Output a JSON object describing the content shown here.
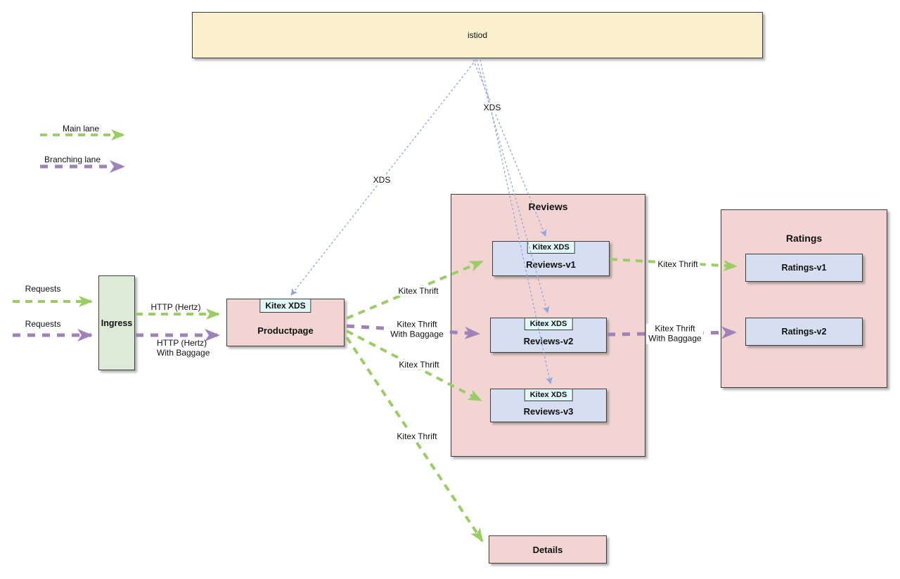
{
  "legend": {
    "main": "Main lane",
    "branching": "Branching lane"
  },
  "nodes": {
    "istiod": {
      "label": "istiod"
    },
    "ingress": {
      "label": "Ingress"
    },
    "productpage": {
      "label": "Productpage",
      "sidecar": "Kitex XDS"
    },
    "reviews_group": {
      "label": "Reviews"
    },
    "reviews_v1": {
      "label": "Reviews-v1",
      "sidecar": "Kitex XDS"
    },
    "reviews_v2": {
      "label": "Reviews-v2",
      "sidecar": "Kitex XDS"
    },
    "reviews_v3": {
      "label": "Reviews-v3",
      "sidecar": "Kitex XDS"
    },
    "ratings_group": {
      "label": "Ratings"
    },
    "ratings_v1": {
      "label": "Ratings-v1"
    },
    "ratings_v2": {
      "label": "Ratings-v2"
    },
    "details": {
      "label": "Details"
    }
  },
  "edges": [
    {
      "id": "requests-main",
      "from": "external",
      "to": "ingress",
      "lane": "main",
      "label": "Requests"
    },
    {
      "id": "requests-branching",
      "from": "external",
      "to": "ingress",
      "lane": "branching",
      "label": "Requests"
    },
    {
      "id": "ingress-productpage-main",
      "from": "ingress",
      "to": "productpage",
      "lane": "main",
      "label": "HTTP (Hertz)"
    },
    {
      "id": "ingress-productpage-branching",
      "from": "ingress",
      "to": "productpage",
      "lane": "branching",
      "label": "HTTP (Hertz)\nWith Baggage"
    },
    {
      "id": "productpage-reviews-v1",
      "from": "productpage",
      "to": "reviews_v1",
      "lane": "main",
      "label": "Kitex Thrift"
    },
    {
      "id": "productpage-reviews-v2",
      "from": "productpage",
      "to": "reviews_v2",
      "lane": "branching",
      "label": "Kitex Thrift\nWith Baggage"
    },
    {
      "id": "productpage-reviews-v3",
      "from": "productpage",
      "to": "reviews_v3",
      "lane": "main",
      "label": "Kitex Thrift"
    },
    {
      "id": "productpage-details",
      "from": "productpage",
      "to": "details",
      "lane": "main",
      "label": "Kitex Thrift"
    },
    {
      "id": "reviews-v1-ratings-v1",
      "from": "reviews_v1",
      "to": "ratings_v1",
      "lane": "main",
      "label": "Kitex Thrift"
    },
    {
      "id": "reviews-v2-ratings-v2",
      "from": "reviews_v2",
      "to": "ratings_v2",
      "lane": "branching",
      "label": "Kitex Thrift\nWith Baggage"
    },
    {
      "id": "istiod-productpage-xds",
      "from": "istiod",
      "to": "productpage",
      "lane": "xds",
      "label": "XDS"
    },
    {
      "id": "istiod-reviews-xds",
      "from": "istiod",
      "to": "reviews_group",
      "lane": "xds",
      "label": "XDS"
    }
  ],
  "colors": {
    "main_lane": "#9ace64",
    "branching_lane": "#a082ba",
    "xds_line": "#8fa7e0",
    "istiod_fill": "#faf0ce",
    "service_fill": "#f2d5d2",
    "version_fill": "#d6dff1",
    "sidecar_fill": "#e2f8f8",
    "ingress_fill": "#dcead7",
    "border": "#3d3d3d"
  }
}
